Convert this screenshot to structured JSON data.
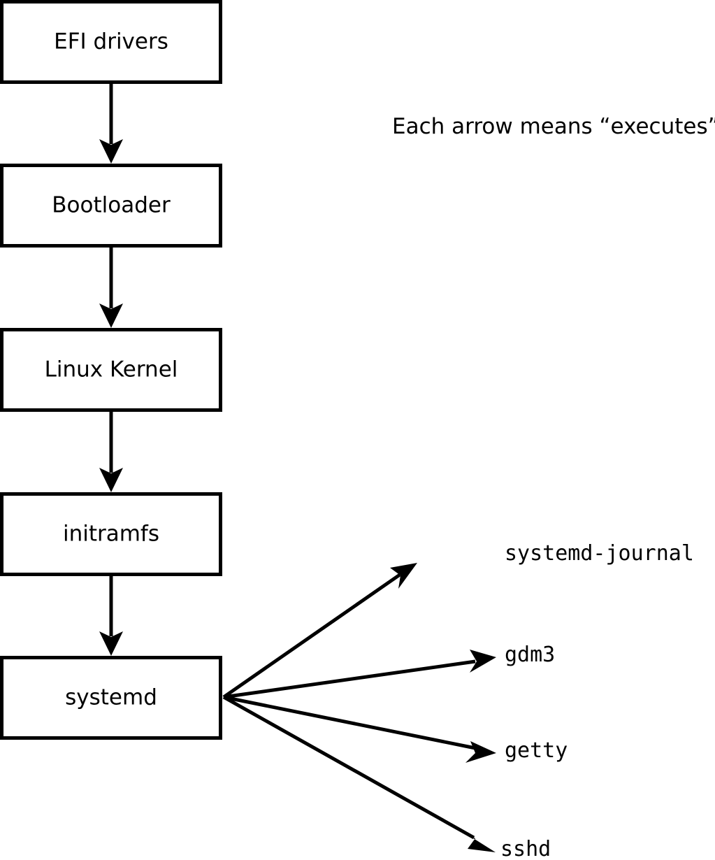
{
  "figure": {
    "caption": "Each arrow means “executes”.",
    "background_color": "#ffffff",
    "stroke_color": "#000000"
  },
  "chain": {
    "nodes": [
      {
        "id": "efi-drivers",
        "label": "EFI drivers"
      },
      {
        "id": "bootloader",
        "label": "Bootloader"
      },
      {
        "id": "linux-kernel",
        "label": "Linux Kernel"
      },
      {
        "id": "initramfs",
        "label": "initramfs"
      },
      {
        "id": "systemd",
        "label": "systemd"
      }
    ]
  },
  "services": {
    "items": [
      {
        "id": "systemd-journal",
        "label": "systemd-journal"
      },
      {
        "id": "gdm3",
        "label": "gdm3"
      },
      {
        "id": "getty",
        "label": "getty"
      },
      {
        "id": "sshd",
        "label": "sshd"
      }
    ]
  }
}
